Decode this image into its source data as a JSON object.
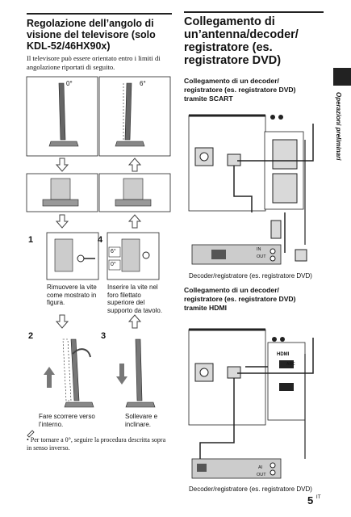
{
  "left": {
    "heading": "Regolazione dell’angolo di visione del televisore (solo KDL-52/46HX90x)",
    "intro": "Il televisore può essere orientato entro i limiti di angolazione riportati di seguito.",
    "angle_0": "0°",
    "angle_6": "6°",
    "steps": [
      {
        "num": "1",
        "caption": "Rimuovere la vite come mostrato in figura."
      },
      {
        "num": "4",
        "caption": "Inserire la vite nel foro filettato superiore del supporto da tavolo."
      },
      {
        "num": "2",
        "caption": "Fare scorrere verso l’interno."
      },
      {
        "num": "3",
        "caption": "Sollevare e inclinare."
      }
    ],
    "zoom_6": "6°",
    "zoom_0": "0°",
    "note_icon": "note-pencil-icon",
    "note": "• Per tornare a 0°, seguire la procedura descritta sopra in senso inverso."
  },
  "right": {
    "heading": "Collegamento di un’antenna/decoder/ registratore (es. registratore DVD)",
    "scart_title": "Collegamento di un decoder/ registratore (es. registratore DVD) tramite SCART",
    "scart_caption": "Decoder/registratore (es. registratore DVD)",
    "hdmi_title": "Collegamento di un decoder/ registratore (es. registratore DVD) tramite HDMI",
    "hdmi_caption": "Decoder/registratore (es. registratore DVD)",
    "port_labels": {
      "in": "IN",
      "out": "OUT",
      "hdmi": "HDMI",
      "arc": "ARC",
      "ai": "AI"
    }
  },
  "side_tab": "Operazioni preliminari",
  "page": {
    "number": "5",
    "lang": "IT"
  }
}
